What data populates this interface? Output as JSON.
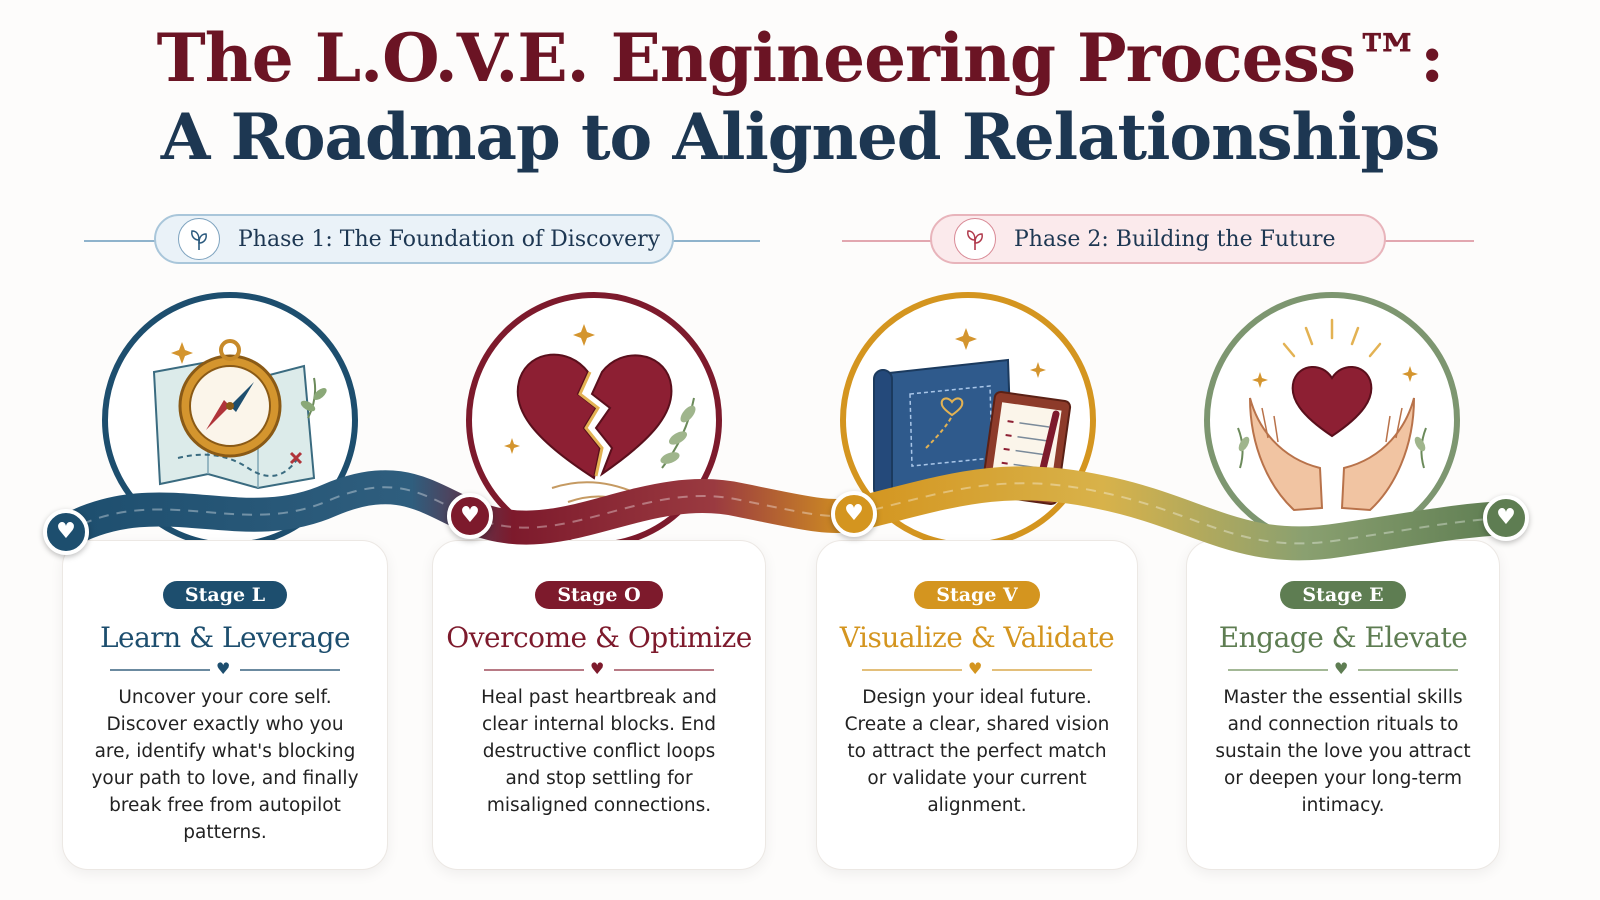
{
  "title": {
    "line1": "The L.O.V.E. Engineering Process™:",
    "line2": "A Roadmap to Aligned Relationships"
  },
  "phases": [
    {
      "label": "Phase 1: The Foundation of Discovery",
      "icon": "sprout-icon",
      "color": "#2b5a7e"
    },
    {
      "label": "Phase 2: Building the Future",
      "icon": "sprout-icon",
      "color": "#c0485a"
    }
  ],
  "stages": [
    {
      "badge": "Stage L",
      "title": "Learn & Leverage",
      "description": "Uncover your core self. Discover exactly who you are, identify what's blocking your path to love, and finally break free from autopilot patterns.",
      "icon": "compass-map-icon",
      "color": "#1d4e6e"
    },
    {
      "badge": "Stage O",
      "title": "Overcome & Optimize",
      "description": "Heal past heartbreak and clear internal blocks. End destructive conflict loops and stop settling for misaligned connections.",
      "icon": "broken-heart-icon",
      "color": "#7d1a2c"
    },
    {
      "badge": "Stage V",
      "title": "Visualize & Validate",
      "description": "Design your ideal future. Create a clear, shared vision to attract the perfect match or validate your current alignment.",
      "icon": "blueprint-clipboard-icon",
      "color": "#d4951f"
    },
    {
      "badge": "Stage E",
      "title": "Engage & Elevate",
      "description": "Master the essential skills and connection rituals to sustain the love you attract or deepen your long-term intimacy.",
      "icon": "hands-heart-icon",
      "color": "#5e7d52"
    }
  ],
  "icons": {
    "pin": "heart-icon",
    "divider": "heart-icon"
  }
}
